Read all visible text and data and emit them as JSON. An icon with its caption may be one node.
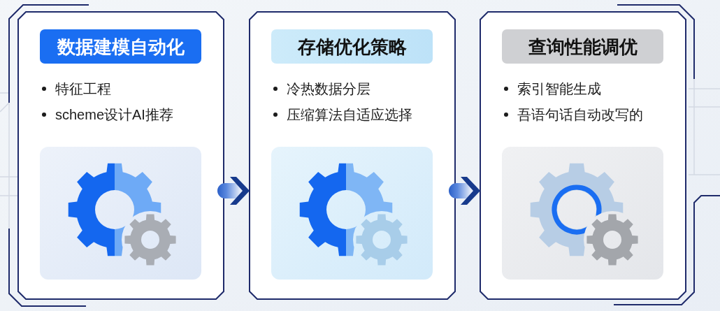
{
  "diagram": {
    "nodes": [
      {
        "text": [
          "特征工程",
          "scheme设计AI推荐"
        ]
      },
      {
        "text": [
          "数据建模自动化"
        ],
        "in": 0
      },
      {
        "text": [
          "冷热数据分层",
          "压缩算法自适应选择"
        ]
      },
      {
        "text": [
          "存储优化策略"
        ],
        "in": 2
      },
      {
        "text": [
          "索引智能生成",
          "吾语句话自动改写的"
        ]
      },
      {
        "text": [
          "查询性能调优"
        ],
        "in": 4
      }
    ],
    "edges": [
      {
        "from": 0,
        "to": 2,
        "arrow": "to"
      },
      {
        "from": 2,
        "to": 4,
        "arrow": "to"
      }
    ]
  }
}
